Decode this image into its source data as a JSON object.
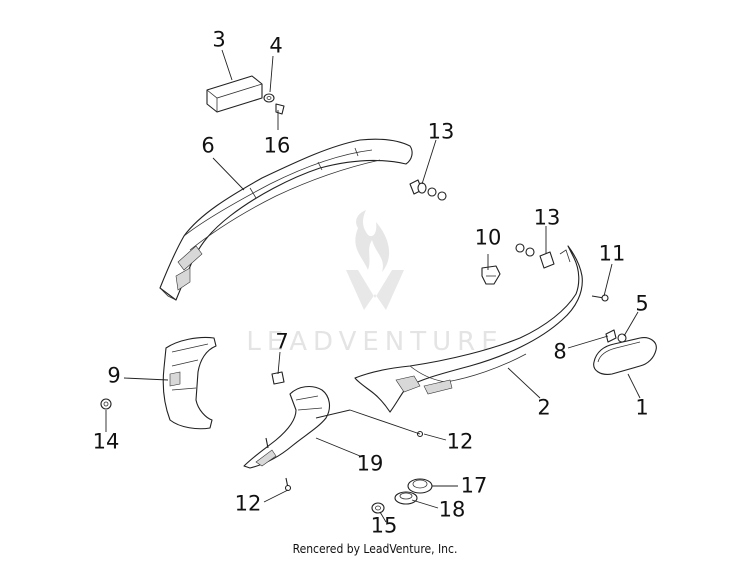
{
  "watermark": {
    "text": "LEADVENTURE"
  },
  "credit": "Rencered by LeadVenture, Inc.",
  "callouts": [
    {
      "id": "callout-3",
      "label": "3"
    },
    {
      "id": "callout-4",
      "label": "4"
    },
    {
      "id": "callout-16",
      "label": "16"
    },
    {
      "id": "callout-6",
      "label": "6"
    },
    {
      "id": "callout-13a",
      "label": "13"
    },
    {
      "id": "callout-10",
      "label": "10"
    },
    {
      "id": "callout-13b",
      "label": "13"
    },
    {
      "id": "callout-11",
      "label": "11"
    },
    {
      "id": "callout-5",
      "label": "5"
    },
    {
      "id": "callout-8",
      "label": "8"
    },
    {
      "id": "callout-7",
      "label": "7"
    },
    {
      "id": "callout-9",
      "label": "9"
    },
    {
      "id": "callout-14",
      "label": "14"
    },
    {
      "id": "callout-2",
      "label": "2"
    },
    {
      "id": "callout-1",
      "label": "1"
    },
    {
      "id": "callout-12a",
      "label": "12"
    },
    {
      "id": "callout-19",
      "label": "19"
    },
    {
      "id": "callout-17",
      "label": "17"
    },
    {
      "id": "callout-12b",
      "label": "12"
    },
    {
      "id": "callout-18",
      "label": "18"
    },
    {
      "id": "callout-15",
      "label": "15"
    }
  ]
}
